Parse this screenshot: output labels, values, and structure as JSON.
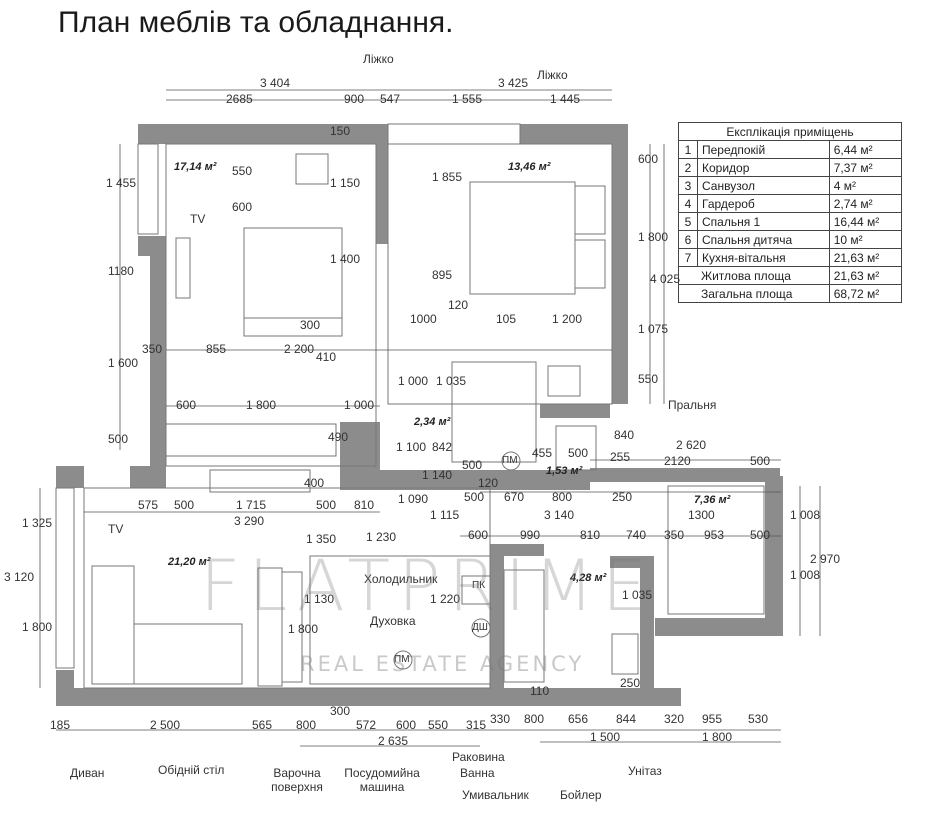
{
  "title": "План меблів та обладнання.",
  "table": {
    "header": "Експлікація приміщень",
    "rows": [
      {
        "n": "1",
        "name": "Передпокій",
        "area": "6,44 м²"
      },
      {
        "n": "2",
        "name": "Коридор",
        "area": "7,37 м²"
      },
      {
        "n": "3",
        "name": "Санвузол",
        "area": "4 м²"
      },
      {
        "n": "4",
        "name": "Гардероб",
        "area": "2,74 м²"
      },
      {
        "n": "5",
        "name": "Спальня 1",
        "area": "16,44 м²"
      },
      {
        "n": "6",
        "name": "Спальня дитяча",
        "area": "10 м²"
      },
      {
        "n": "7",
        "name": "Кухня-вітальня",
        "area": "21,63 м²"
      }
    ],
    "living": {
      "name": "Житлова площа",
      "area": "21,63 м²"
    },
    "total": {
      "name": "Загальна площа",
      "area": "68,72 м²"
    }
  },
  "room_areas": [
    "17,14 м²",
    "13,46 м²",
    "21,20 м²",
    "7,36 м²",
    "4,28 м²",
    "1,53 м²",
    "2,34 м²"
  ],
  "labels": {
    "bed1": "Ліжко",
    "bed2": "Ліжко",
    "tv1": "TV",
    "tv2": "TV",
    "laundry": "Пральня",
    "fridge": "Холодильник",
    "oven": "Духовка",
    "sofa": "Диван",
    "dining": "Обідній стіл",
    "hob": "Варочна поверхня",
    "dishwasher": "Посудомийна машина",
    "sink": "Раковина",
    "bath": "Ванна",
    "washbasin": "Умивальник",
    "boiler": "Бойлер",
    "toilet": "Унітаз",
    "pm1": "ПМ",
    "pm2": "ПМ",
    "dsh": "ДШ",
    "pk": "ПК"
  },
  "dims": {
    "top": [
      "3 404",
      "3 425",
      "2685",
      "900",
      "547",
      "1 555",
      "1 445"
    ],
    "left": [
      "1 455",
      "1180",
      "1 600",
      "500",
      "3 120",
      "1 325",
      "1 800"
    ],
    "right": [
      "600",
      "1 800",
      "4 025",
      "1 075",
      "550",
      "2 620",
      "1 008",
      "1 008",
      "2 970"
    ],
    "bottom": [
      "185",
      "2 500",
      "565",
      "800",
      "300",
      "572",
      "600",
      "550",
      "315",
      "330",
      "800",
      "656",
      "844",
      "320",
      "955",
      "530",
      "2 635",
      "1 500",
      "1 800"
    ],
    "inner": [
      "550",
      "600",
      "150",
      "1 150",
      "1 400",
      "1 855",
      "895",
      "120",
      "350",
      "855",
      "2 200",
      "300",
      "410",
      "1000",
      "105",
      "1 200",
      "1 000",
      "1 035",
      "600",
      "1 800",
      "1 000",
      "490",
      "1 100",
      "842",
      "1 140",
      "500",
      "455",
      "500",
      "255",
      "2120",
      "500",
      "575",
      "500",
      "1 715",
      "400",
      "500",
      "810",
      "1 090",
      "120",
      "500",
      "670",
      "800",
      "250",
      "3 290",
      "3 140",
      "1300",
      "1 350",
      "1 230",
      "1 115",
      "600",
      "990",
      "810",
      "740",
      "350",
      "953",
      "500",
      "1 220",
      "1 130",
      "1 800",
      "1 035",
      "250",
      "110",
      "840"
    ]
  },
  "watermark": {
    "main": "FLATPRIME",
    "sub": "REAL ESTATE AGENCY"
  }
}
